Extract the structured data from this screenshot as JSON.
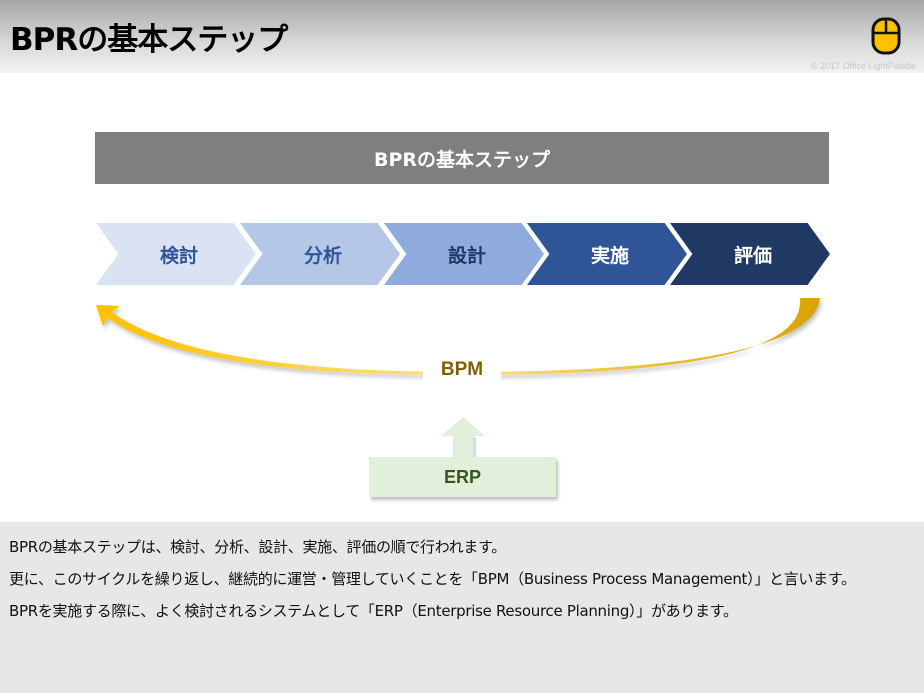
{
  "header": {
    "title": "BPRの基本ステップ",
    "logo_icon": "mouse-icon",
    "copyright": "© 2017 Office LightPaddle"
  },
  "diagram": {
    "banner_title": "BPRの基本ステップ",
    "steps": [
      {
        "label": "検討",
        "fill": "#dae3f3",
        "text_color": "#2f5597"
      },
      {
        "label": "分析",
        "fill": "#b4c7e7",
        "text_color": "#2f5597"
      },
      {
        "label": "設計",
        "fill": "#8faadc",
        "text_color": "#203864"
      },
      {
        "label": "実施",
        "fill": "#2f5597",
        "text_color": "#ffffff"
      },
      {
        "label": "評価",
        "fill": "#203864",
        "text_color": "#ffffff"
      }
    ],
    "cycle_label": "BPM",
    "cycle_color": "#ffc000",
    "support_label": "ERP",
    "support_color": "#e2efda"
  },
  "caption": {
    "lines": [
      "BPRの基本ステップは、検討、分析、設計、実施、評価の順で行われます。",
      "更に、このサイクルを繰り返し、継続的に運営・管理していくことを「BPM（Business Process Management）」と言います。",
      "BPRを実施する際に、よく検討されるシステムとして「ERP（Enterprise Resource Planning）」があります。"
    ]
  }
}
